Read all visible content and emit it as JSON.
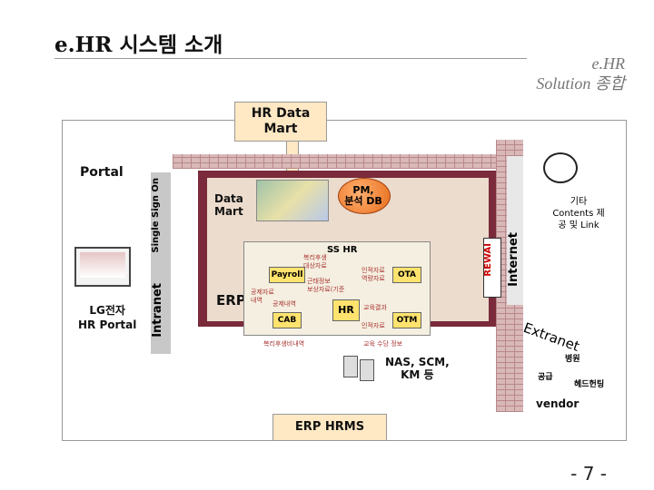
{
  "title": "e.HR 시스템  소개",
  "solution": {
    "line1": "e.HR",
    "line2": "Solution  종합"
  },
  "hr_data_mart": "HR Data\nMart",
  "portal": "Portal",
  "lg_portal": "LG전자\nHR Portal",
  "intranet": "Intranet",
  "single_sign_on": "Single Sign On",
  "data_mart": "Data\nMart",
  "pm_db": "PM,\n분석 DB",
  "erp": "ERP",
  "ss_hr": "SS HR",
  "modules": {
    "payroll": "Payroll",
    "cab": "CAB",
    "hr": "HR",
    "ota": "OTA",
    "otm": "OTM"
  },
  "flow_labels": {
    "welfare_apply": "복리후생\n대상자료",
    "attendance": "근태정보\n보상자료(기준",
    "deduct": "공제자료\n내역",
    "deduct_hist": "공제내역",
    "personnel": "인적자료\n역량자료",
    "edu_result": "교육결과",
    "personnel2": "인적자료",
    "welfare_hist": "복리후생비내역",
    "edu_cost": "교육 수당 정보"
  },
  "nas": "NAS, SCM,\nKM 등",
  "reward": "REWAI",
  "internet": "Internet",
  "other_contents": "기타\nContents 제\n공 및 Link",
  "extranet": "Extranet",
  "extranet_nodes": {
    "hospital": "병원",
    "supplier": "공급",
    "headhunting": "헤드헌팅"
  },
  "vendor": "vendor",
  "erp_hrms": "ERP HRMS",
  "page": "- 7 -"
}
